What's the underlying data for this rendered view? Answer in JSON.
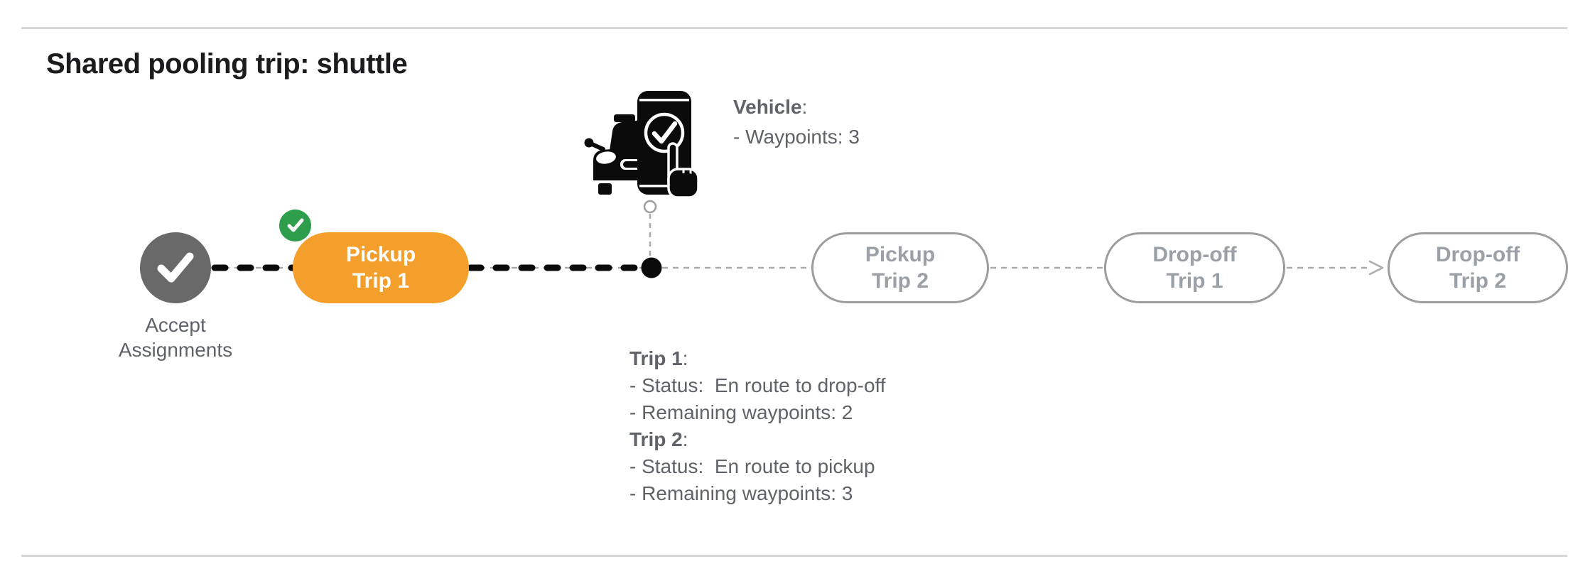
{
  "title": "Shared pooling trip: shuttle",
  "nodes": {
    "accept": {
      "line1": "Accept",
      "line2": "Assignments"
    },
    "pickup_trip1": {
      "line1": "Pickup",
      "line2": "Trip 1"
    },
    "pickup_trip2": {
      "line1": "Pickup",
      "line2": "Trip 2"
    },
    "dropoff_trip1": {
      "line1": "Drop-off",
      "line2": "Trip 1"
    },
    "dropoff_trip2": {
      "line1": "Drop-off",
      "line2": "Trip 2"
    }
  },
  "vehicle_info": {
    "heading": "Vehicle",
    "heading_colon": ":",
    "waypoints_line": "- Waypoints: 3"
  },
  "trip_info": {
    "trip1": {
      "heading": "Trip 1",
      "heading_colon": ":",
      "status_line": "- Status:  En route to drop-off",
      "waypoints_line": "- Remaining waypoints: 2"
    },
    "trip2": {
      "heading": "Trip 2",
      "heading_colon": ":",
      "status_line": "- Status:  En route to pickup",
      "waypoints_line": "- Remaining waypoints: 3"
    }
  },
  "colors": {
    "active_node": "#f49e2b",
    "completed_badge": "#2e9e4d",
    "accept_node": "#696969",
    "future_node_border": "#9d9d9d",
    "future_node_text": "#9aa0a6",
    "info_text": "#5f6368",
    "progress_line": "#0b0b0b",
    "pending_line": "#ababab"
  }
}
